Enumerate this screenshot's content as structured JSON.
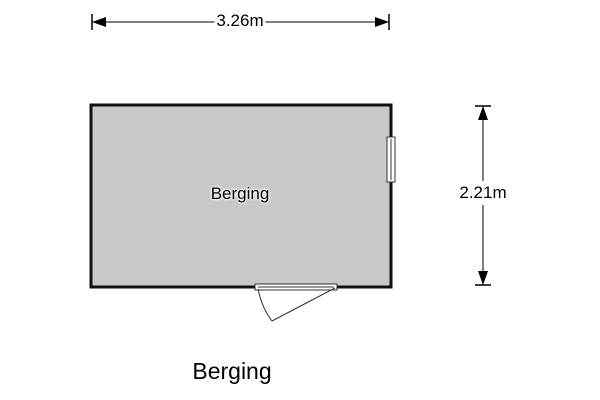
{
  "dimensions": {
    "width_label": "3.26m",
    "height_label": "2.21m"
  },
  "room": {
    "name": "Berging",
    "fill_color": "#c8c8c8"
  },
  "caption": "Berging"
}
